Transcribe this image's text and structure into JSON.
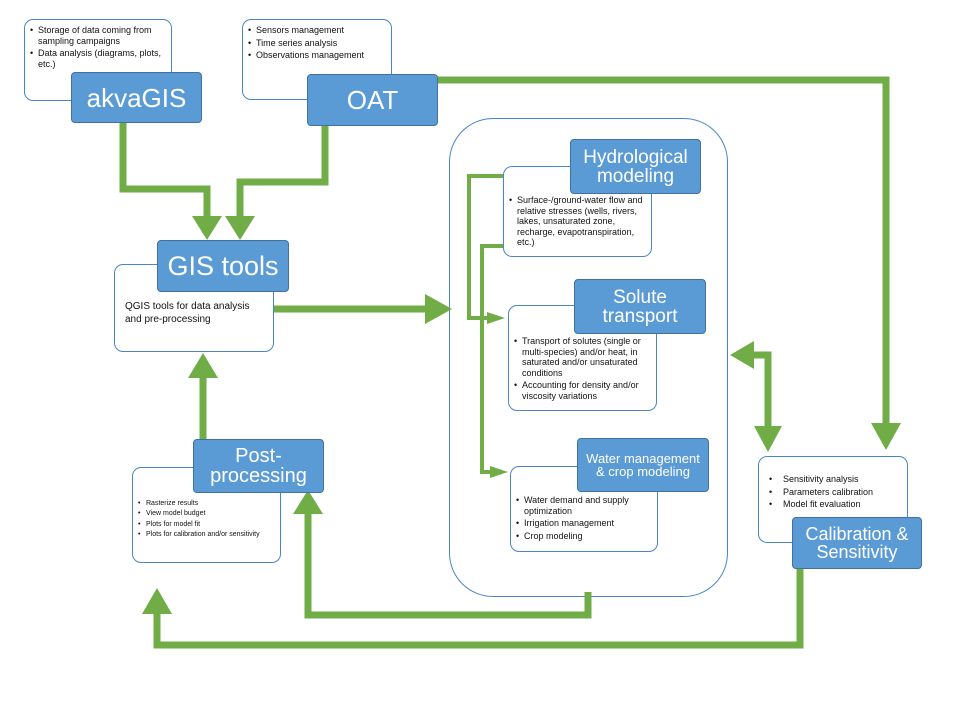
{
  "colors": {
    "box_fill": "#5b9bd5",
    "box_border": "#41719c",
    "outline": "#4a86c5",
    "arrow": "#70ad47"
  },
  "akvagis": {
    "title": "akvaGIS",
    "items": [
      "Storage of data coming from sampling campaigns",
      "Data analysis (diagrams, plots, etc.)"
    ]
  },
  "oat": {
    "title": "OAT",
    "items": [
      "Sensors management",
      "Time series analysis",
      "Observations management"
    ]
  },
  "gis_tools": {
    "title": "GIS tools",
    "text": "QGIS tools for data analysis and pre-processing"
  },
  "hydrological": {
    "title": "Hydrological modeling",
    "items": [
      "Surface-/ground-water flow and relative stresses (wells, rivers, lakes, unsaturated zone, recharge, evapotranspiration, etc.)"
    ]
  },
  "solute": {
    "title": "Solute transport",
    "items": [
      "Transport of solutes (single or multi-species) and/or heat, in saturated and/or unsaturated conditions",
      "Accounting for density and/or viscosity variations"
    ]
  },
  "water": {
    "title": "Water management  & crop modeling",
    "items": [
      "Water demand and supply optimization",
      "Irrigation management",
      "Crop modeling"
    ]
  },
  "post": {
    "title": "Post-processing",
    "items": [
      "Rasterize  results",
      "View  model budget",
      "Plots for model  fit",
      "Plots for calibration  and/or sensitivity"
    ]
  },
  "calibration": {
    "title": "Calibration & Sensitivity",
    "items": [
      "Sensitivity analysis",
      "Parameters calibration",
      "Model fit evaluation"
    ]
  }
}
